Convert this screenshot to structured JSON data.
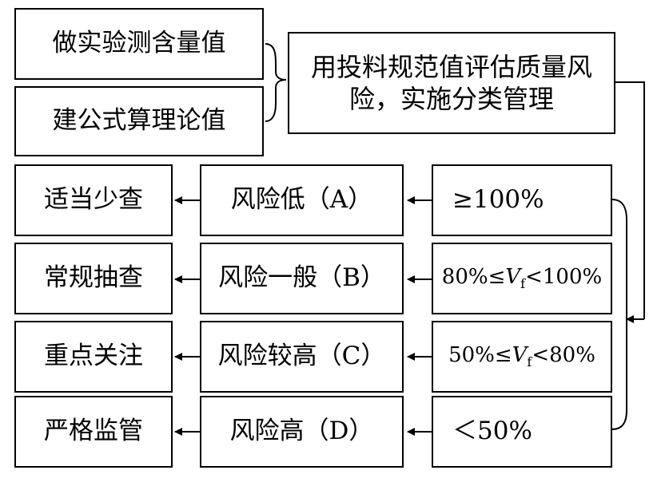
{
  "inputs": {
    "measured": "做实验测含量值",
    "theory": "建公式算理论值"
  },
  "method": "用投料规范值评估质量风险，实施分类管理",
  "rows": [
    {
      "range": "≥100%",
      "range_parts": null,
      "risk": "风险低（A）",
      "action": "适当少查"
    },
    {
      "range": "80%≤Vf<100%",
      "range_parts": [
        "80%≤",
        "V",
        "f",
        "<100%"
      ],
      "risk": "风险一般（B）",
      "action": "常规抽查"
    },
    {
      "range": "50%≤Vf<80%",
      "range_parts": [
        "50%≤",
        "V",
        "f",
        "<80%"
      ],
      "risk": "风险较高（C）",
      "action": "重点关注"
    },
    {
      "range": "＜50%",
      "range_parts": null,
      "risk": "风险高（D）",
      "action": "严格监管"
    }
  ]
}
